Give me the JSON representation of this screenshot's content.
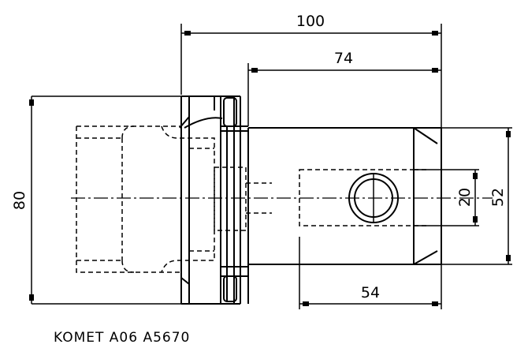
{
  "dimensions": {
    "overall_length": "100",
    "shank_length": "74",
    "bore_depth": "54",
    "flange_diameter": "80",
    "shank_diameter": "52",
    "bore_diameter": "20"
  },
  "caption": "KOMET A06 A5670"
}
